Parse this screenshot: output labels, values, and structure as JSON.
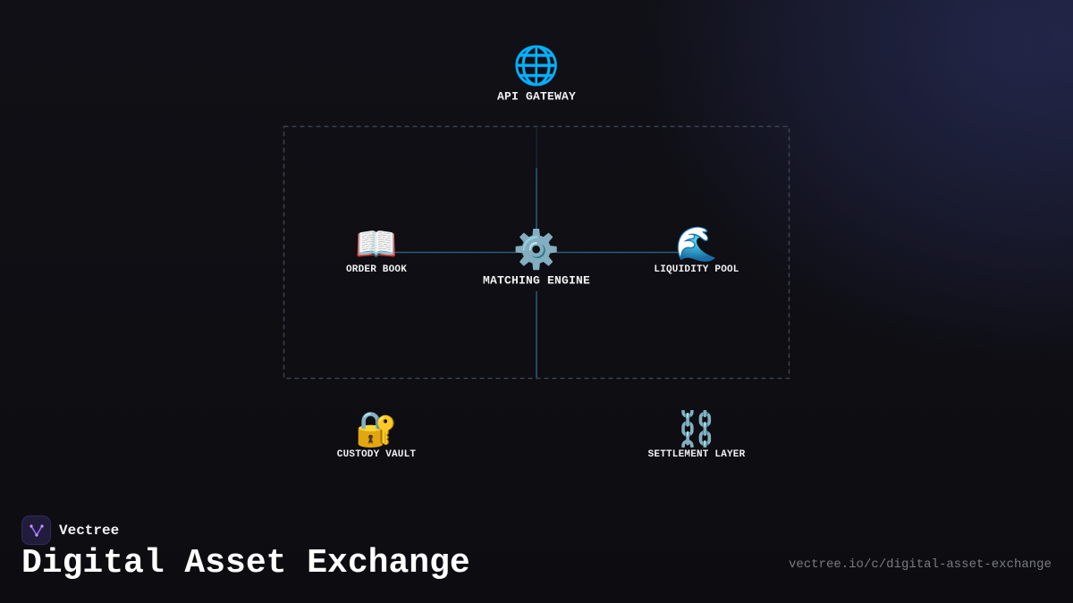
{
  "brand": {
    "name": "Vectree",
    "logo_color": "#221c3c",
    "logo_accent": "#9b6bff"
  },
  "title": "Digital Asset Exchange",
  "url": "vectree.io/c/digital-asset-exchange",
  "colors": {
    "background": "#0e0e12",
    "connector": "#2c5a7a",
    "group_border": "#3a4250",
    "label": "#f2f2f4",
    "url_text": "#7a7a84"
  },
  "nodes": {
    "api_gateway": {
      "icon": "🌐",
      "icon_name": "globe-icon",
      "label": "API GATEWAY"
    },
    "order_book": {
      "icon": "📖",
      "icon_name": "open-book-icon",
      "label": "ORDER BOOK"
    },
    "matching_engine": {
      "icon": "⚙️",
      "icon_name": "gear-icon",
      "label": "MATCHING ENGINE"
    },
    "liquidity_pool": {
      "icon": "🌊",
      "icon_name": "wave-icon",
      "label": "LIQUIDITY POOL"
    },
    "custody_vault": {
      "icon": "🔐",
      "icon_name": "lock-with-key-icon",
      "label": "CUSTODY VAULT"
    },
    "settlement_layer": {
      "icon": "⛓️",
      "icon_name": "chains-icon",
      "label": "SETTLEMENT LAYER"
    }
  },
  "edges": [
    {
      "from": "api_gateway",
      "to": "matching_engine"
    },
    {
      "from": "order_book",
      "to": "matching_engine"
    },
    {
      "from": "matching_engine",
      "to": "liquidity_pool"
    },
    {
      "from": "matching_engine",
      "to": "settlement_layer"
    }
  ]
}
